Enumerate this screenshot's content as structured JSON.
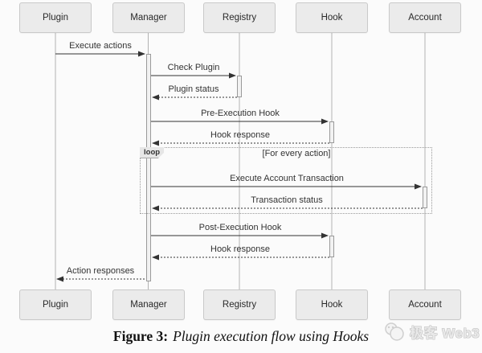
{
  "diagram": {
    "actors": [
      {
        "id": "plugin",
        "label": "Plugin"
      },
      {
        "id": "manager",
        "label": "Manager"
      },
      {
        "id": "registry",
        "label": "Registry"
      },
      {
        "id": "hook",
        "label": "Hook"
      },
      {
        "id": "account",
        "label": "Account"
      }
    ],
    "messages": [
      {
        "label": "Execute actions",
        "from": "Plugin",
        "to": "Manager",
        "style": "solid"
      },
      {
        "label": "Check Plugin",
        "from": "Manager",
        "to": "Registry",
        "style": "solid"
      },
      {
        "label": "Plugin status",
        "from": "Registry",
        "to": "Manager",
        "style": "dashed"
      },
      {
        "label": "Pre-Execution Hook",
        "from": "Manager",
        "to": "Hook",
        "style": "solid"
      },
      {
        "label": "Hook response",
        "from": "Hook",
        "to": "Manager",
        "style": "dashed"
      },
      {
        "label": "Execute Account Transaction",
        "from": "Manager",
        "to": "Account",
        "style": "solid"
      },
      {
        "label": "Transaction status",
        "from": "Account",
        "to": "Manager",
        "style": "dashed"
      },
      {
        "label": "Post-Execution Hook",
        "from": "Manager",
        "to": "Hook",
        "style": "solid"
      },
      {
        "label": "Hook response",
        "from": "Hook",
        "to": "Manager",
        "style": "dashed"
      },
      {
        "label": "Action responses",
        "from": "Manager",
        "to": "Plugin",
        "style": "dashed"
      }
    ],
    "loop": {
      "label": "loop",
      "guard": "[For every action]"
    }
  },
  "caption": {
    "figure_label": "Figure 3:",
    "figure_text": "Plugin execution flow using Hooks"
  },
  "watermark": {
    "text": "极客 Web3"
  },
  "colors": {
    "box_fill": "#ebebeb",
    "box_border": "#c9c9c9",
    "line": "#333333",
    "lifeline": "#b3b3b3"
  }
}
